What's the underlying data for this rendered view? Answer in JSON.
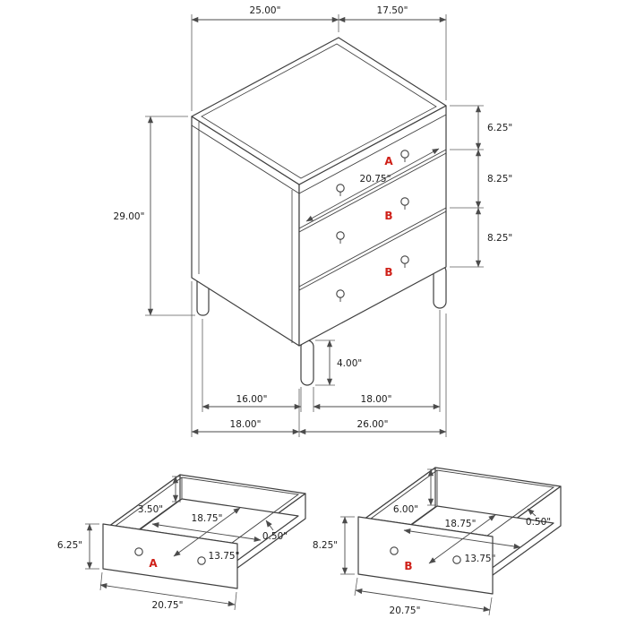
{
  "colors": {
    "line": "#3f3f3f",
    "dimension": "#4b4b4b",
    "accent_label": "#cf2018"
  },
  "chest": {
    "top_width": "25.00\"",
    "top_depth": "17.50\"",
    "overall_height": "29.00\"",
    "top_drawer_height": "6.25\"",
    "middle_drawer_height": "8.25\"",
    "bottom_drawer_height": "8.25\"",
    "drawer_front_width": "20.75\"",
    "leg_height": "4.00\"",
    "leg_spacing_side": "16.00\"",
    "leg_spacing_front": "18.00\"",
    "overall_depth": "18.00\"",
    "overall_width": "26.00\"",
    "label_top": "A",
    "label_middle": "B",
    "label_bottom": "B"
  },
  "drawer_a": {
    "label": "A",
    "side_height": "3.50\"",
    "inner_width": "18.75\"",
    "thickness": "0.50\"",
    "front_height": "6.25\"",
    "inner_depth": "13.75\"",
    "front_width": "20.75\""
  },
  "drawer_b": {
    "label": "B",
    "side_height": "6.00\"",
    "inner_width": "18.75\"",
    "thickness": "0.50\"",
    "front_height": "8.25\"",
    "inner_depth": "13.75\"",
    "front_width": "20.75\""
  }
}
